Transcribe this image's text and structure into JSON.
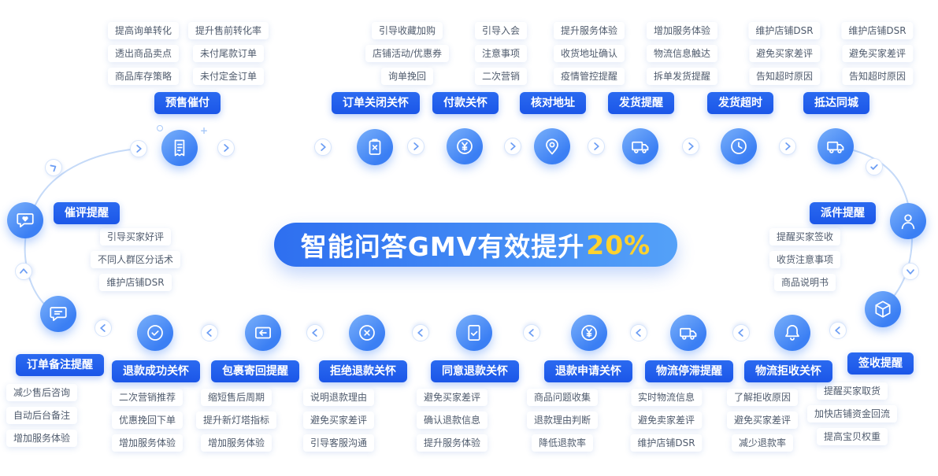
{
  "banner": {
    "text": "智能问答GMV有效提升",
    "highlight": "20%"
  },
  "stages": {
    "presale": {
      "label": "预售催付",
      "icon": "receipt-icon",
      "notes": [
        "提高询单转化",
        "透出商品卖点",
        "商品库存策略"
      ],
      "notes2": [
        "提升售前转化率",
        "未付尾款订单",
        "未付定金订单"
      ]
    },
    "order_close": {
      "label": "订单关闭关怀",
      "icon": "clipboard-x-icon",
      "notes": [
        "引导收藏加购",
        "店铺活动/优惠券",
        "询单挽回"
      ]
    },
    "payment": {
      "label": "付款关怀",
      "icon": "coin-yen-icon",
      "notes": [
        "引导入会",
        "注意事项",
        "二次营销"
      ]
    },
    "address": {
      "label": "核对地址",
      "icon": "map-pin-icon",
      "notes": [
        "提升服务体验",
        "收货地址确认",
        "疫情管控提醒"
      ]
    },
    "ship_remind": {
      "label": "发货提醒",
      "icon": "truck-icon",
      "notes": [
        "增加服务体验",
        "物流信息触达",
        "拆单发货提醒"
      ]
    },
    "ship_timeout": {
      "label": "发货超时",
      "icon": "clock-icon",
      "notes": [
        "维护店铺DSR",
        "避免买家差评",
        "告知超时原因"
      ]
    },
    "same_city": {
      "label": "抵达同城",
      "icon": "delivery-van-icon",
      "notes": [
        "维护店铺DSR",
        "避免买家差评",
        "告知超时原因"
      ]
    },
    "delivery": {
      "label": "派件提醒",
      "icon": "courier-icon",
      "notes": [
        "提醒买家签收",
        "收货注意事项",
        "商品说明书"
      ]
    },
    "sign": {
      "label": "签收提醒",
      "icon": "package-icon",
      "notes": [
        "提醒买家取货",
        "加快店铺资金回流",
        "提高宝贝权重"
      ]
    },
    "reject_receive": {
      "label": "物流拒收关怀",
      "icon": "bell-icon",
      "notes": [
        "了解拒收原因",
        "避免买家差评",
        "减少退款率"
      ]
    },
    "stagnant": {
      "label": "物流停滞提醒",
      "icon": "truck-icon",
      "notes": [
        "实时物流信息",
        "避免卖家差评",
        "维护店铺DSR"
      ]
    },
    "refund_apply": {
      "label": "退款申请关怀",
      "icon": "coin-yen-icon",
      "notes": [
        "商品问题收集",
        "退款理由判断",
        "降低退款率"
      ]
    },
    "refund_agree": {
      "label": "同意退款关怀",
      "icon": "doc-check-icon",
      "notes": [
        "避免买家差评",
        "确认退款信息",
        "提升服务体验"
      ]
    },
    "refund_reject": {
      "label": "拒绝退款关怀",
      "icon": "coin-x-icon",
      "notes": [
        "说明退款理由",
        "避免买家差评",
        "引导客服沟通"
      ]
    },
    "package_return": {
      "label": "包裹寄回提醒",
      "icon": "return-arrow-icon",
      "notes": [
        "缩短售后周期",
        "提升新灯塔指标",
        "增加服务体验"
      ]
    },
    "refund_success": {
      "label": "退款成功关怀",
      "icon": "coin-check-icon",
      "notes": [
        "二次营销推荐",
        "优惠挽回下单",
        "增加服务体验"
      ]
    },
    "order_note": {
      "label": "订单备注提醒",
      "icon": "chat-lines-icon",
      "notes": [
        "减少售后咨询",
        "自动后台备注",
        "增加服务体验"
      ]
    },
    "review": {
      "label": "催评提醒",
      "icon": "chat-heart-icon",
      "notes": [
        "引导买家好评",
        "不同人群区分话术",
        "维护店铺DSR"
      ]
    }
  },
  "colors": {
    "primary_blue": "#2e76f1",
    "pill_blue": "#1d5ceb",
    "banner_gradient_start": "#2e6ff0",
    "banner_gradient_end": "#54a1f8",
    "highlight_yellow": "#ffd22e",
    "flow_line_blue": "#c5daf8",
    "note_text": "#4f5b6d"
  }
}
